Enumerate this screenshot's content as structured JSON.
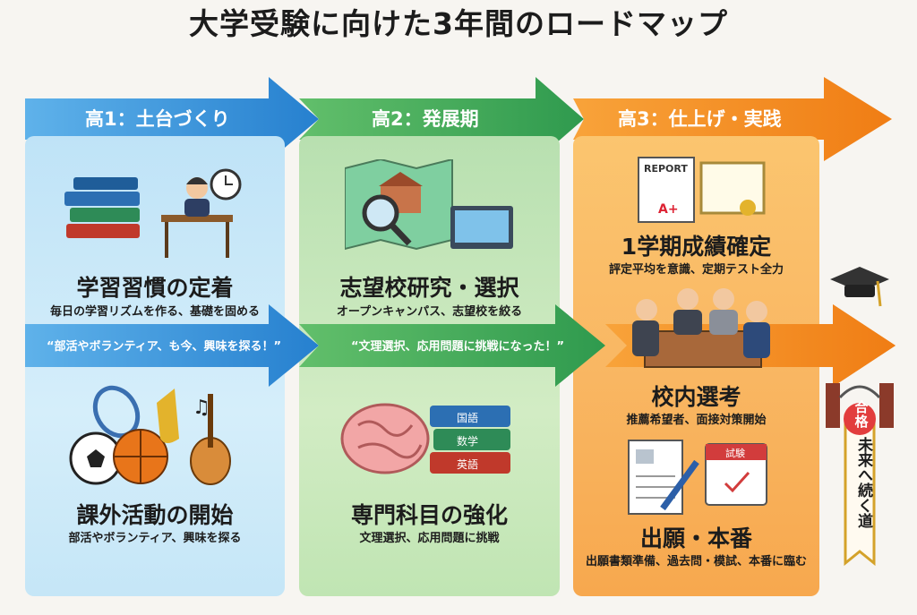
{
  "title": "大学受験に向けた3年間のロードマップ",
  "colors": {
    "grade1": "#2b8fd6",
    "grade2": "#3aa655",
    "grade3": "#f28a1e"
  },
  "stages": [
    {
      "label": "高1：土台づくり",
      "quote": "“部活やボランティア、も今、興味を探る！”",
      "items": [
        {
          "title": "学習習慣の定着",
          "subtitle": "毎日の学習リズムを作る、基礎を固める"
        },
        {
          "title": "課外活動の開始",
          "subtitle": "部活やボランティア、興味を探る"
        }
      ]
    },
    {
      "label": "高2：発展期",
      "quote": "“文理選択、応用問題に挑戦になった！”",
      "items": [
        {
          "title": "志望校研究・選択",
          "subtitle": "オープンキャンパス、志望校を絞る"
        },
        {
          "title": "専門科目の強化",
          "subtitle": "文理選択、応用問題に挑戦"
        }
      ]
    },
    {
      "label": "高3：仕上げ・実践",
      "items": [
        {
          "title": "1学期成績確定",
          "subtitle": "評定平均を意識、定期テスト全力"
        },
        {
          "title": "校内選考",
          "subtitle": "推薦希望者、面接対策開始"
        },
        {
          "title": "出願・本番",
          "subtitle": "出願書類準備、過去問・模試、本番に臨む"
        }
      ]
    }
  ],
  "illustration_text": {
    "report": "REPORT",
    "grade": "A+",
    "exam": "試験",
    "books": [
      "国語",
      "数学",
      "英語"
    ]
  },
  "goal": {
    "badge": "合格",
    "banner": "未来へ続く道"
  }
}
